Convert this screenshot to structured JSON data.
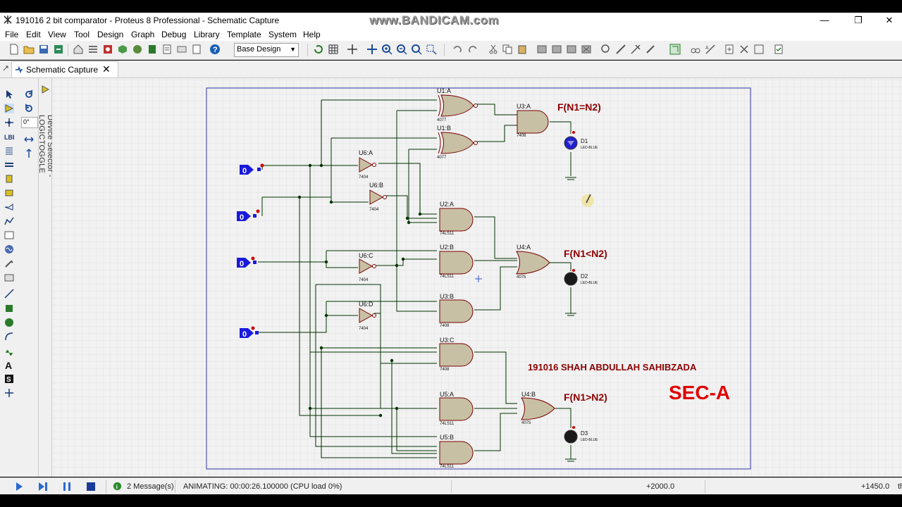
{
  "window": {
    "title": "191016 2 bit comparator - Proteus 8 Professional - Schematic Capture",
    "watermark": "www.BANDICAM.com",
    "minimize": "—",
    "maximize": "❐",
    "close": "✕"
  },
  "menu": [
    "File",
    "Edit",
    "View",
    "Tool",
    "Design",
    "Graph",
    "Debug",
    "Library",
    "Template",
    "System",
    "Help"
  ],
  "toolbar": {
    "design_select": "Base Design"
  },
  "tab": {
    "label": "Schematic Capture",
    "close": "✕"
  },
  "left_tools": {
    "angle": "0°"
  },
  "device_selector": {
    "label": "Device Selector - LOGICTOGGLE"
  },
  "schematic": {
    "toggles": [
      "0",
      "0",
      "0",
      "0"
    ],
    "gates": [
      {
        "ref": "U1:A",
        "part": "4077"
      },
      {
        "ref": "U1:B",
        "part": "4077"
      },
      {
        "ref": "U3:A",
        "part": "7408"
      },
      {
        "ref": "U6:A",
        "part": "7404"
      },
      {
        "ref": "U6:B",
        "part": "7404"
      },
      {
        "ref": "U2:A",
        "part": "74LS11"
      },
      {
        "ref": "U6:C",
        "part": "7404"
      },
      {
        "ref": "U2:B",
        "part": "74LS11"
      },
      {
        "ref": "U4:A",
        "part": "4075"
      },
      {
        "ref": "U3:B",
        "part": "7408"
      },
      {
        "ref": "U6:D",
        "part": "7404"
      },
      {
        "ref": "U3:C",
        "part": "7408"
      },
      {
        "ref": "U5:A",
        "part": "74LS11"
      },
      {
        "ref": "U4:B",
        "part": "4075"
      },
      {
        "ref": "U5:B",
        "part": "74LS11"
      }
    ],
    "leds": [
      {
        "ref": "D1",
        "part": "LED-BLUE",
        "color": "#2020d0"
      },
      {
        "ref": "D2",
        "part": "LED-BLUE",
        "color": "#1a1a1a"
      },
      {
        "ref": "D3",
        "part": "LED-BLUE",
        "color": "#1a1a1a"
      }
    ],
    "labels": {
      "eq": "F(N1=N2)",
      "lt": "F(N1<N2)",
      "gt": "F(N1>N2)",
      "author": "191016 SHAH ABDULLAH SAHIBZADA",
      "section": "SEC-A"
    },
    "colors": {
      "wire": "#003300",
      "gate_fill": "#c8c0a4",
      "gate_stroke": "#7a0000",
      "text_red": "#8b0000",
      "sec_red": "#e00000",
      "toggle": "#1a1adc",
      "frame": "#3333aa"
    }
  },
  "status": {
    "messages": "2 Message(s)",
    "animating": "ANIMATING: 00:00:26.100000 (CPU load 0%)",
    "x_coord": "+2000.0",
    "y_coord": "+1450.0",
    "unit": "th"
  }
}
